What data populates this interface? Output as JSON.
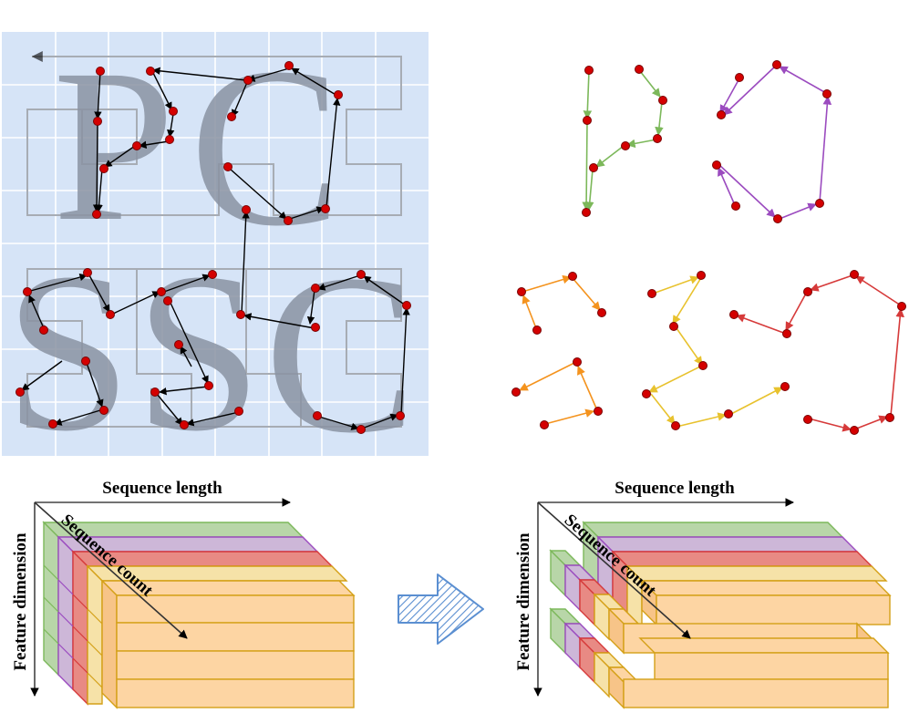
{
  "labels": {
    "sequence_length": "Sequence length",
    "feature_dimension": "Feature dimension",
    "sequence_count": "Sequence count"
  },
  "letters": [
    "P",
    "C",
    "S",
    "S",
    "C"
  ],
  "colors": {
    "panel_bg": "#d6e4f7",
    "grid": "#ffffff",
    "point_fill": "#d40000",
    "point_stroke": "#7a0000",
    "green": "#7cb85a",
    "purple": "#9b4bbf",
    "orange": "#f4931e",
    "yellow": "#e8c22e",
    "red": "#d63a3a",
    "block_green": "#b8d6a8",
    "block_purple": "#cdb7d8",
    "block_red": "#e88a84",
    "block_yellow": "#f6e2a8",
    "block_orange": "#fdd5a3",
    "block_edge": "#d4a017",
    "arrow_blue": "#5b8fd1"
  },
  "icons": {
    "transform_arrow": "hatched-right-arrow-icon"
  }
}
